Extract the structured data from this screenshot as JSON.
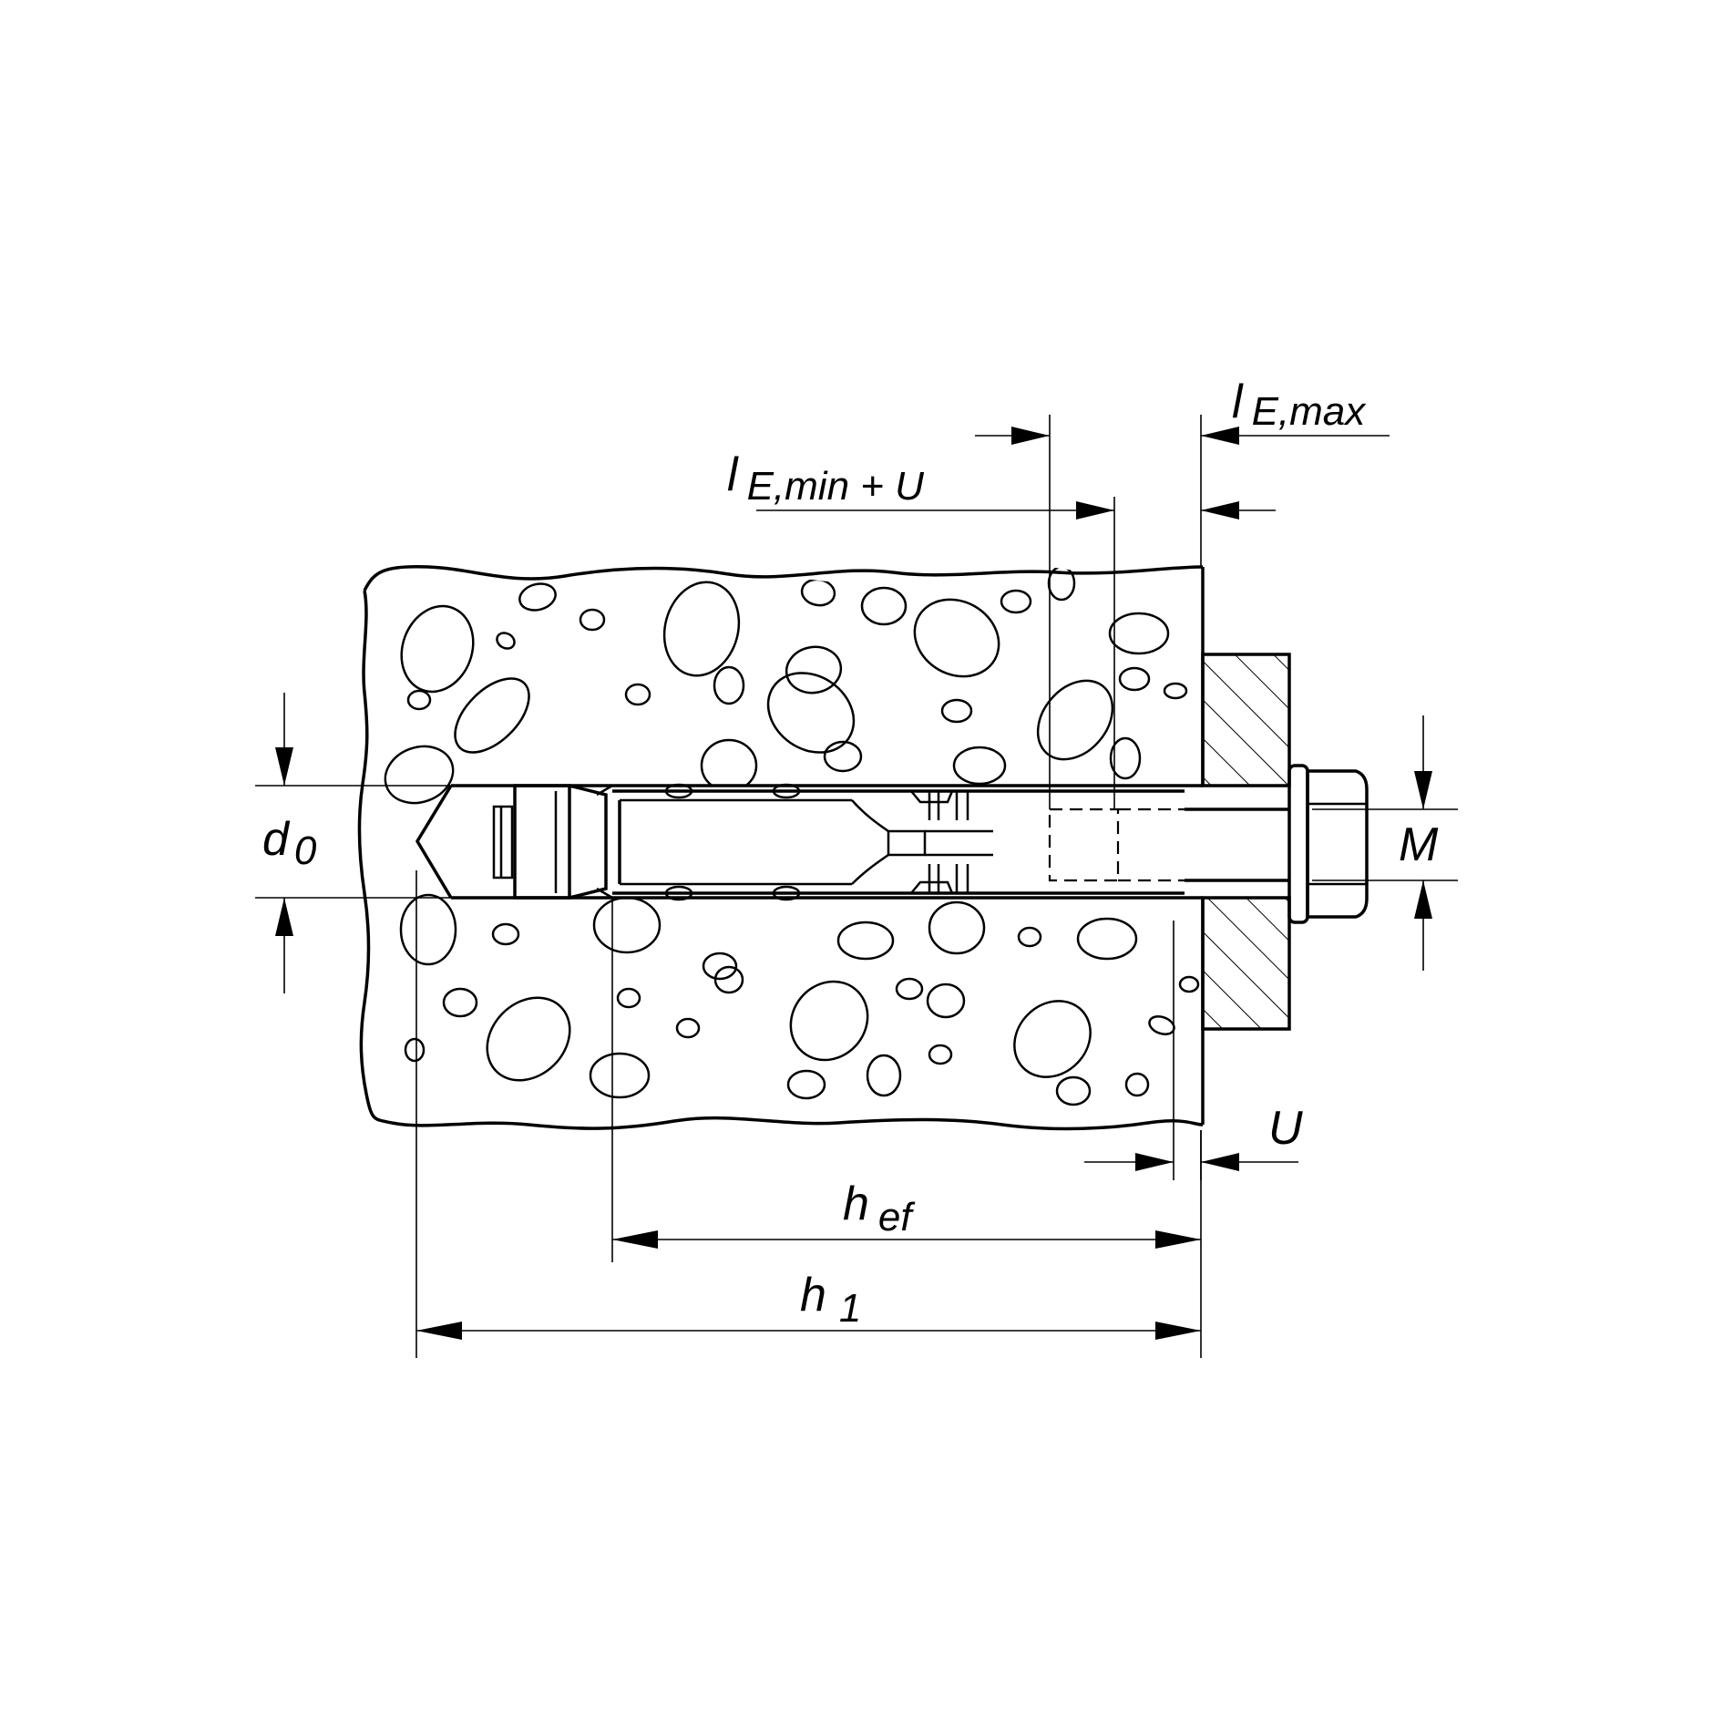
{
  "dimensions": {
    "d0": {
      "main": "d",
      "sub": "0"
    },
    "M": {
      "main": "M"
    },
    "U": {
      "main": "U"
    },
    "hef": {
      "main": "h",
      "sub": "ef"
    },
    "h1": {
      "main": "h",
      "sub": "1"
    },
    "le_max": {
      "main": "l",
      "sub": "E,max"
    },
    "le_min": {
      "main": "l",
      "sub": "E,min + U"
    }
  },
  "colors": {
    "ink": "#000000",
    "paper": "#ffffff"
  }
}
